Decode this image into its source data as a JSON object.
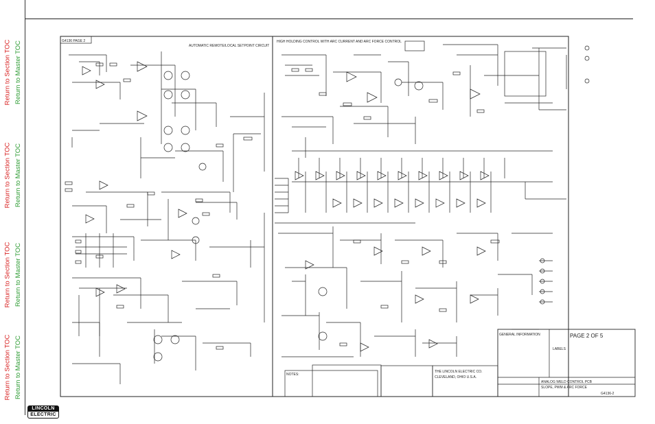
{
  "toc": {
    "section_label": "Return to Section TOC",
    "master_label": "Return to Master TOC"
  },
  "logo": {
    "brand_top": "LINCOLN",
    "brand_bottom": "ELECTRIC"
  },
  "schematic": {
    "sheet_ref": "G4136 PAGE 2",
    "page_label": "PAGE 2 OF 5",
    "circuit_title_left": "AUTOMATIC REMOTE/LOCAL SETPOINT CIRCUIT",
    "circuit_title_right": "HIGH HOLDING CONTROL WITH ARC CURRENT AND ARC FORCE CONTROL",
    "company_name": "THE LINCOLN ELECTRIC CO.",
    "company_city": "CLEVELAND, OHIO U.S.A.",
    "drawing_title_1": "ANALOG WELD CONTROL PCB",
    "drawing_title_2": "SLOPE, PWM & ARC FORCE",
    "drawing_number": "G4136-2",
    "general_info": "GENERAL INFORMATION",
    "labels_heading": "LABELS",
    "notes_heading": "NOTES:"
  }
}
